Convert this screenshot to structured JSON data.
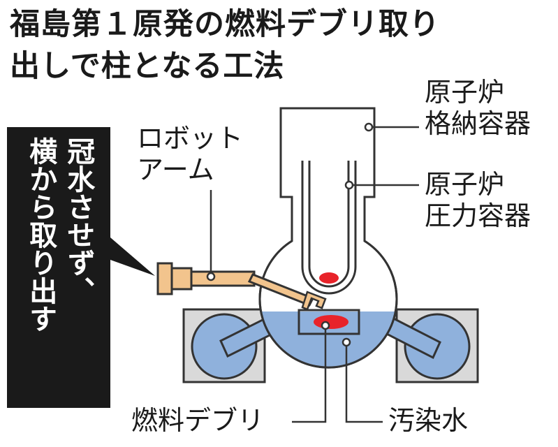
{
  "title": {
    "line1": "福島第１原発の燃料デブリ取り",
    "line2": "出しで柱となる工法"
  },
  "callout": {
    "line1": "冠水させず、",
    "line2": "横から取り出す"
  },
  "labels": {
    "robot_arm_1": "ロボット",
    "robot_arm_2": "アーム",
    "containment_1": "原子炉",
    "containment_2": "格納容器",
    "pressure_1": "原子炉",
    "pressure_2": "圧力容器",
    "debris": "燃料デブリ",
    "water": "汚染水"
  },
  "colors": {
    "water": "#8fb1dc",
    "debris": "#e8232a",
    "arm": "#f2c48d",
    "torus_box": "#d9d9d9",
    "outline": "#333333",
    "callout_bg": "#1a1a1a"
  }
}
